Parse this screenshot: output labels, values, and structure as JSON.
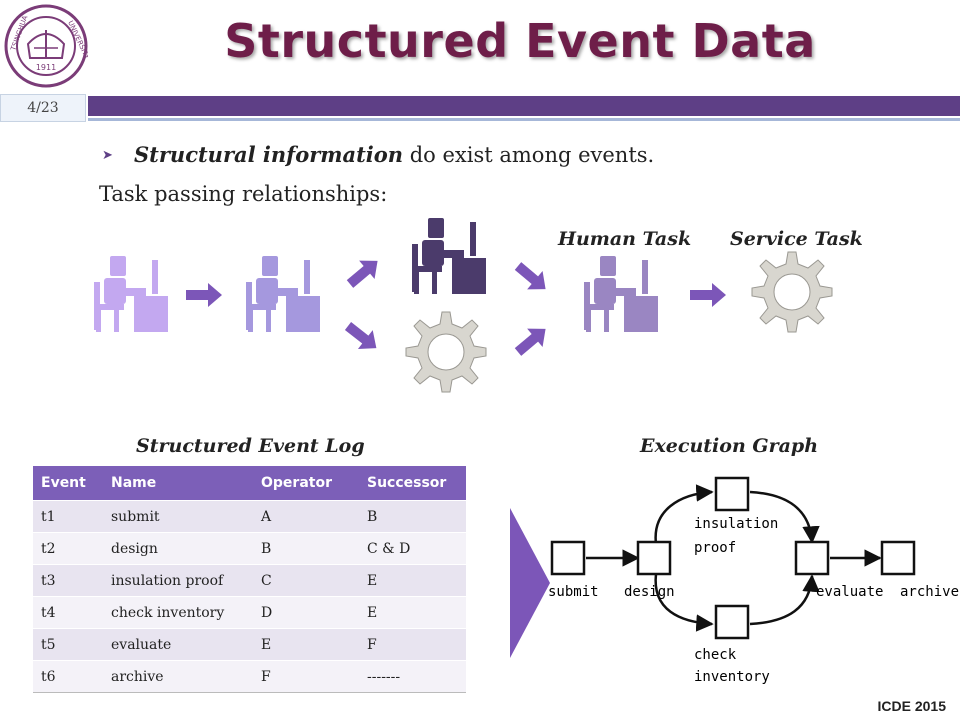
{
  "header": {
    "title": "Structured Event Data",
    "page_number": "4/23",
    "logo_name": "tsinghua-university-logo",
    "logo_texts": [
      "TSINGHUA",
      "UNIVERSITY",
      "1911"
    ]
  },
  "body": {
    "bullet_emphasis": "Structural information",
    "bullet_rest": " do exist among events.",
    "line2": "Task passing relationships:"
  },
  "diagram": {
    "human_task_label": "Human Task",
    "service_task_label": "Service Task",
    "colors": {
      "light_purple": "#c3a8f0",
      "mid_purple": "#a598de",
      "dark_purple": "#4b3b6b",
      "muted_purple": "#9a86c2",
      "arrow": "#7c56b8",
      "gear": "#d8d6cf"
    }
  },
  "log": {
    "caption": "Structured Event Log",
    "headers": [
      "Event",
      "Name",
      "Operator",
      "Successor"
    ],
    "rows": [
      [
        "t1",
        "submit",
        "A",
        "B"
      ],
      [
        "t2",
        "design",
        "B",
        "C & D"
      ],
      [
        "t3",
        "insulation proof",
        "C",
        "E"
      ],
      [
        "t4",
        "check inventory",
        "D",
        "E"
      ],
      [
        "t5",
        "evaluate",
        "E",
        "F"
      ],
      [
        "t6",
        "archive",
        "F",
        "-------"
      ]
    ]
  },
  "graph": {
    "caption": "Execution Graph",
    "nodes": {
      "submit": "submit",
      "design": "design",
      "insulation_1": "insulation",
      "insulation_2": "proof",
      "check_1": "check",
      "check_2": "inventory",
      "evaluate": "evaluate",
      "archive": "archive"
    }
  },
  "footer": {
    "conference": "ICDE 2015"
  }
}
